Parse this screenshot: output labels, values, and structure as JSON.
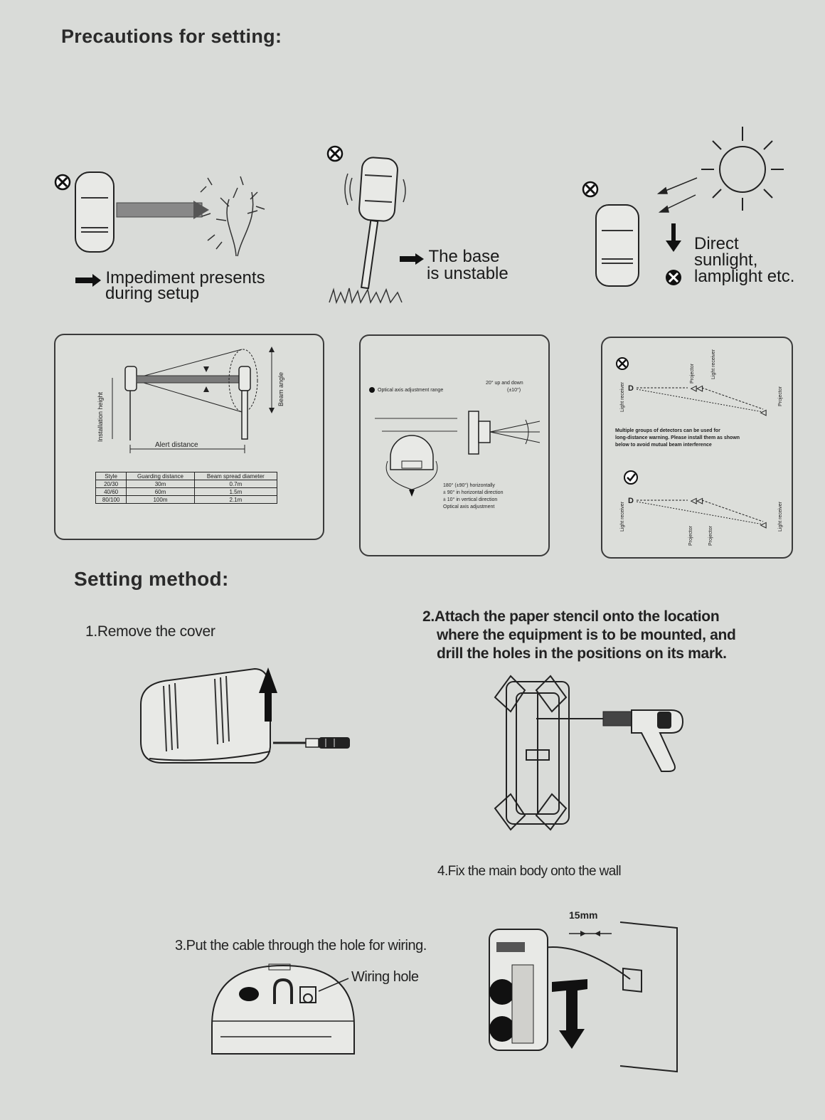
{
  "precautions": {
    "heading": "Precautions for setting",
    "heading_colon": ":",
    "item1": {
      "line1": "Impediment presents",
      "line2": "during setup"
    },
    "item2": {
      "line1": "The base",
      "line2": "is unstable"
    },
    "item3": {
      "line1": "Direct",
      "line2": "sunlight,",
      "line3": "lamplight etc."
    }
  },
  "panel1": {
    "installation_height": "Installation height",
    "alert_distance": "Alert distance",
    "beam_angle": "Beam angle",
    "table": {
      "headers": [
        "Style",
        "Guarding distance",
        "Beam spread diameter"
      ],
      "rows": [
        [
          "20/30",
          "30m",
          "0.7m"
        ],
        [
          "40/60",
          "60m",
          "1.5m"
        ],
        [
          "80/100",
          "100m",
          "2.1m"
        ]
      ]
    }
  },
  "panel2": {
    "optical_axis_range": "Optical axis adjustment range",
    "up_down": "20° up and down",
    "up_down_sub": "(±10°)",
    "note_line1": "180° (±90°) horizontally",
    "note_line2": "± 90° in horizontal direction",
    "note_line3": "± 10° in vertical direction",
    "note_line4": "Optical axis adjustment"
  },
  "panel3": {
    "light_receiver": "Light receiver",
    "projector": "Projector",
    "note_line1": "Multiple groups of detectors can be used for",
    "note_line2": "long-distance warning. Please install them as shown",
    "note_line3": "below to avoid mutual beam interference"
  },
  "setting": {
    "heading": "Setting method",
    "heading_colon": ":",
    "step1": "1.Remove the cover",
    "step2_line1": "2.Attach the paper stencil onto the location",
    "step2_line2": "where the equipment is to be mounted, and",
    "step2_line3": "drill the holes in the positions on its mark.",
    "step3": "3.Put the cable through the hole for wiring.",
    "wiring_hole": "Wiring hole",
    "step4": "4.Fix the main body onto the wall",
    "dimension": "15mm"
  },
  "icons": [
    "x-circle-icon",
    "check-circle-icon",
    "arrow-right-icon",
    "arrow-up-icon",
    "arrow-down-icon",
    "sun-icon",
    "screwdriver-icon",
    "drill-icon"
  ]
}
